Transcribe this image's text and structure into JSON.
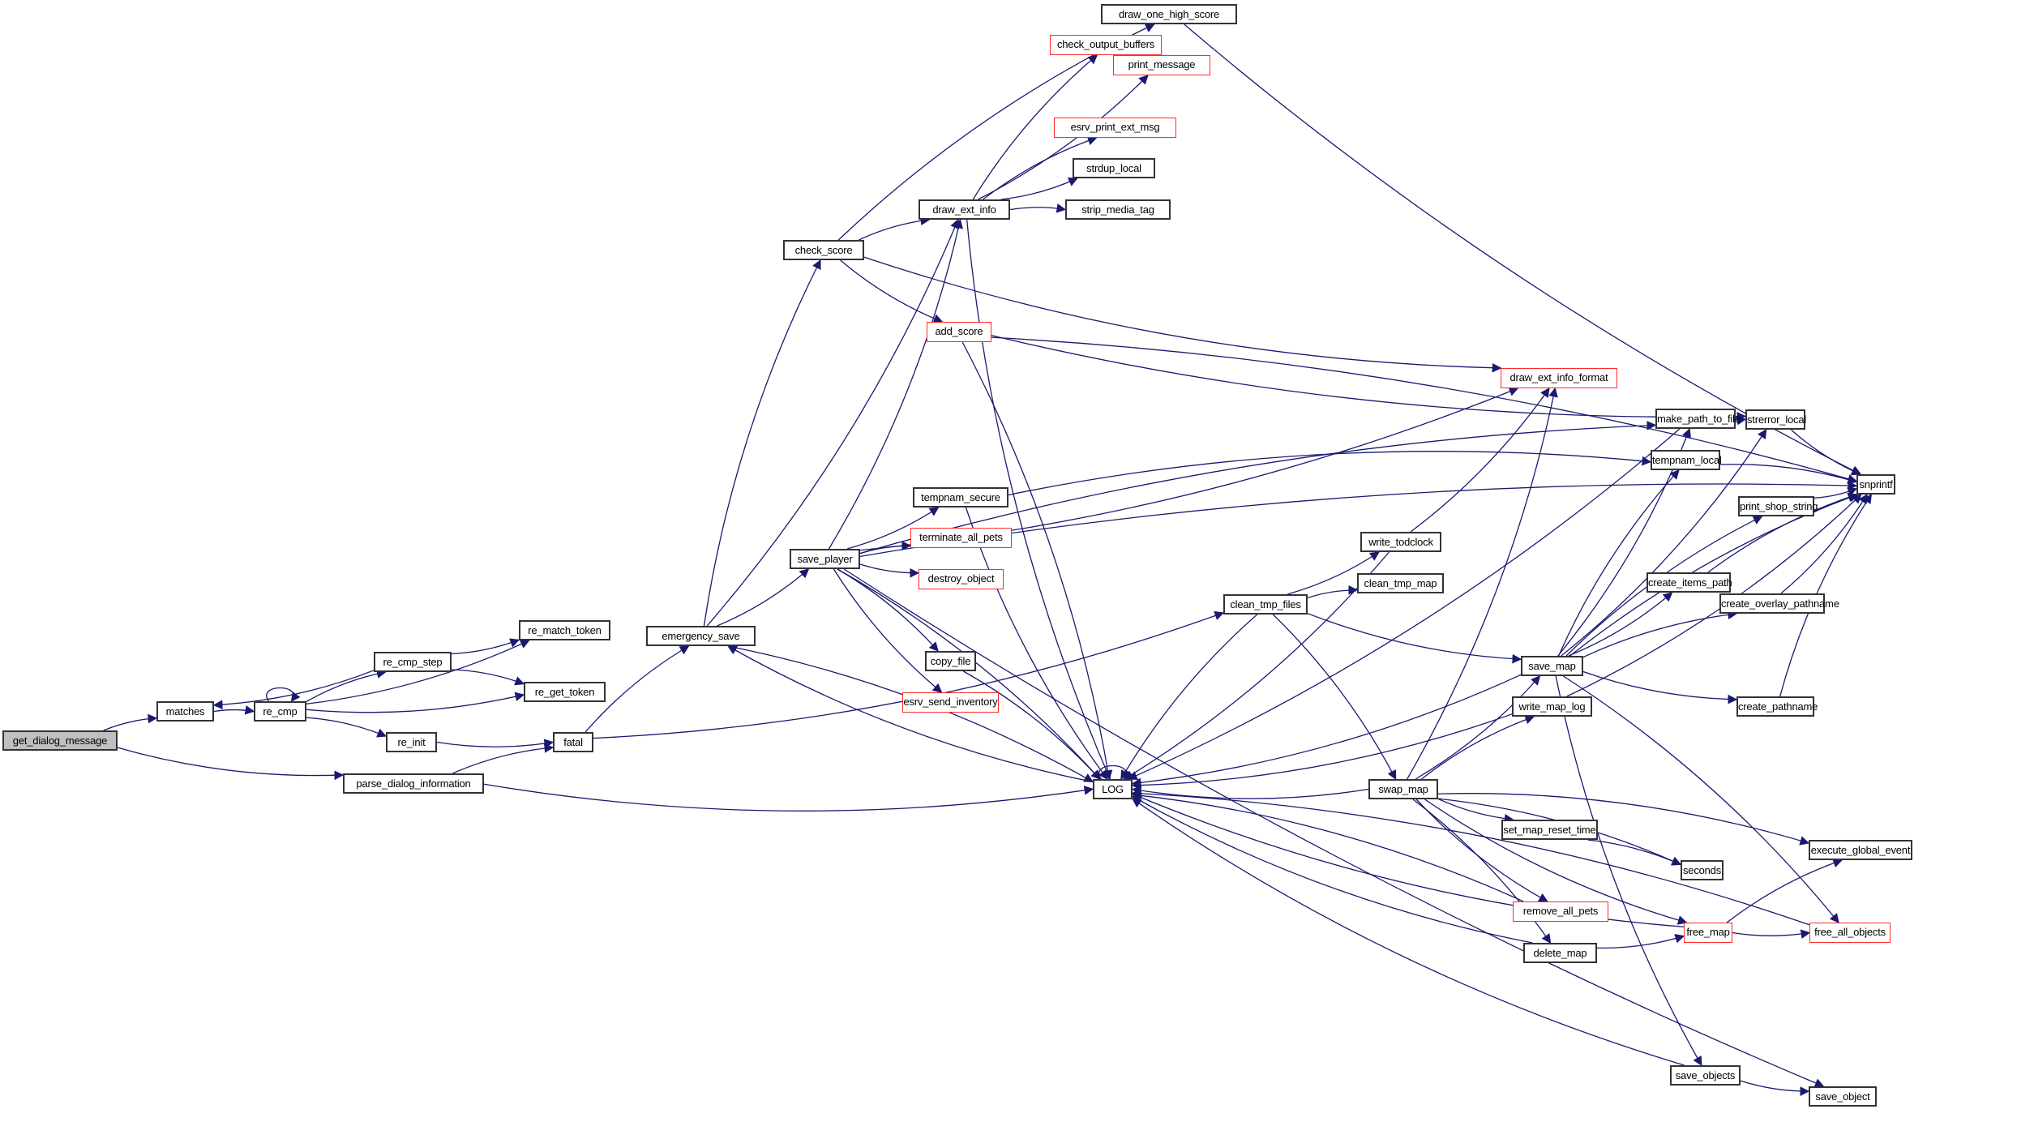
{
  "diagram": {
    "type": "call-graph",
    "root": "get_dialog_message",
    "colors": {
      "edge": "#191970",
      "node_border": "#333333",
      "node_border_truncated": "#ff2a2a",
      "root_fill": "#bfbfbf",
      "node_fill": "#ffffff"
    },
    "nodes": {
      "get_dialog_message": {
        "label": "get_dialog_message",
        "style": "root"
      },
      "matches": {
        "label": "matches",
        "style": "normal"
      },
      "re_cmp": {
        "label": "re_cmp",
        "style": "normal"
      },
      "re_cmp_step": {
        "label": "re_cmp_step",
        "style": "normal"
      },
      "re_match_token": {
        "label": "re_match_token",
        "style": "normal"
      },
      "re_get_token": {
        "label": "re_get_token",
        "style": "normal"
      },
      "re_init": {
        "label": "re_init",
        "style": "normal"
      },
      "fatal": {
        "label": "fatal",
        "style": "normal"
      },
      "parse_dialog_information": {
        "label": "parse_dialog_information",
        "style": "normal"
      },
      "emergency_save": {
        "label": "emergency_save",
        "style": "normal"
      },
      "check_score": {
        "label": "check_score",
        "style": "normal"
      },
      "draw_ext_info": {
        "label": "draw_ext_info",
        "style": "normal"
      },
      "draw_one_high_score": {
        "label": "draw_one_high_score",
        "style": "normal"
      },
      "check_output_buffers": {
        "label": "check_output_buffers",
        "style": "truncated"
      },
      "print_message": {
        "label": "print_message",
        "style": "truncated"
      },
      "esrv_print_ext_msg": {
        "label": "esrv_print_ext_msg",
        "style": "truncated"
      },
      "strdup_local": {
        "label": "strdup_local",
        "style": "normal"
      },
      "strip_media_tag": {
        "label": "strip_media_tag",
        "style": "normal"
      },
      "add_score": {
        "label": "add_score",
        "style": "truncated"
      },
      "draw_ext_info_format": {
        "label": "draw_ext_info_format",
        "style": "truncated"
      },
      "save_player": {
        "label": "save_player",
        "style": "normal"
      },
      "tempnam_secure": {
        "label": "tempnam_secure",
        "style": "normal"
      },
      "terminate_all_pets": {
        "label": "terminate_all_pets",
        "style": "truncated"
      },
      "destroy_object": {
        "label": "destroy_object",
        "style": "truncated"
      },
      "copy_file": {
        "label": "copy_file",
        "style": "normal"
      },
      "esrv_send_inventory": {
        "label": "esrv_send_inventory",
        "style": "truncated"
      },
      "LOG": {
        "label": "LOG",
        "style": "normal"
      },
      "clean_tmp_files": {
        "label": "clean_tmp_files",
        "style": "normal"
      },
      "write_todclock": {
        "label": "write_todclock",
        "style": "normal"
      },
      "clean_tmp_map": {
        "label": "clean_tmp_map",
        "style": "normal"
      },
      "save_map": {
        "label": "save_map",
        "style": "normal"
      },
      "write_map_log": {
        "label": "write_map_log",
        "style": "normal"
      },
      "swap_map": {
        "label": "swap_map",
        "style": "normal"
      },
      "set_map_reset_time": {
        "label": "set_map_reset_time",
        "style": "normal"
      },
      "seconds": {
        "label": "seconds",
        "style": "normal"
      },
      "remove_all_pets": {
        "label": "remove_all_pets",
        "style": "truncated"
      },
      "delete_map": {
        "label": "delete_map",
        "style": "normal"
      },
      "free_map": {
        "label": "free_map",
        "style": "truncated"
      },
      "free_all_objects": {
        "label": "free_all_objects",
        "style": "truncated"
      },
      "execute_global_event": {
        "label": "execute_global_event",
        "style": "normal"
      },
      "save_objects": {
        "label": "save_objects",
        "style": "normal"
      },
      "save_object": {
        "label": "save_object",
        "style": "normal"
      },
      "make_path_to_file": {
        "label": "make_path_to_file",
        "style": "normal"
      },
      "strerror_local": {
        "label": "strerror_local",
        "style": "normal"
      },
      "tempnam_local": {
        "label": "tempnam_local",
        "style": "normal"
      },
      "snprintf": {
        "label": "snprintf",
        "style": "normal"
      },
      "print_shop_string": {
        "label": "print_shop_string",
        "style": "normal"
      },
      "create_items_path": {
        "label": "create_items_path",
        "style": "normal"
      },
      "create_overlay_pathname": {
        "label": "create_overlay_pathname",
        "style": "normal"
      },
      "create_pathname": {
        "label": "create_pathname",
        "style": "normal"
      }
    },
    "edges": [
      [
        "get_dialog_message",
        "matches"
      ],
      [
        "get_dialog_message",
        "parse_dialog_information"
      ],
      [
        "matches",
        "re_cmp"
      ],
      [
        "re_cmp",
        "re_cmp"
      ],
      [
        "re_cmp",
        "re_cmp_step"
      ],
      [
        "re_cmp",
        "re_get_token"
      ],
      [
        "re_cmp",
        "re_init"
      ],
      [
        "re_cmp",
        "re_match_token"
      ],
      [
        "re_cmp_step",
        "matches"
      ],
      [
        "re_cmp_step",
        "re_match_token"
      ],
      [
        "re_cmp_step",
        "re_get_token"
      ],
      [
        "re_init",
        "fatal"
      ],
      [
        "parse_dialog_information",
        "fatal"
      ],
      [
        "parse_dialog_information",
        "LOG"
      ],
      [
        "fatal",
        "emergency_save"
      ],
      [
        "fatal",
        "clean_tmp_files"
      ],
      [
        "emergency_save",
        "check_score"
      ],
      [
        "emergency_save",
        "save_player"
      ],
      [
        "emergency_save",
        "LOG"
      ],
      [
        "emergency_save",
        "draw_ext_info"
      ],
      [
        "check_score",
        "draw_ext_info"
      ],
      [
        "check_score",
        "add_score"
      ],
      [
        "check_score",
        "draw_one_high_score"
      ],
      [
        "check_score",
        "draw_ext_info_format"
      ],
      [
        "draw_ext_info",
        "check_output_buffers"
      ],
      [
        "draw_ext_info",
        "print_message"
      ],
      [
        "draw_ext_info",
        "esrv_print_ext_msg"
      ],
      [
        "draw_ext_info",
        "strdup_local"
      ],
      [
        "draw_ext_info",
        "strip_media_tag"
      ],
      [
        "draw_ext_info",
        "LOG"
      ],
      [
        "check_output_buffers",
        "print_message"
      ],
      [
        "draw_one_high_score",
        "snprintf"
      ],
      [
        "add_score",
        "snprintf"
      ],
      [
        "add_score",
        "strerror_local"
      ],
      [
        "add_score",
        "LOG"
      ],
      [
        "save_player",
        "draw_ext_info"
      ],
      [
        "save_player",
        "snprintf"
      ],
      [
        "save_player",
        "draw_ext_info_format"
      ],
      [
        "save_player",
        "make_path_to_file"
      ],
      [
        "save_player",
        "tempnam_secure"
      ],
      [
        "save_player",
        "terminate_all_pets"
      ],
      [
        "save_player",
        "destroy_object"
      ],
      [
        "save_player",
        "copy_file"
      ],
      [
        "save_player",
        "esrv_send_inventory"
      ],
      [
        "save_player",
        "LOG"
      ],
      [
        "save_player",
        "save_object"
      ],
      [
        "tempnam_secure",
        "tempnam_local"
      ],
      [
        "tempnam_secure",
        "LOG"
      ],
      [
        "copy_file",
        "LOG"
      ],
      [
        "LOG",
        "LOG"
      ],
      [
        "LOG",
        "emergency_save"
      ],
      [
        "clean_tmp_files",
        "write_todclock"
      ],
      [
        "clean_tmp_files",
        "clean_tmp_map"
      ],
      [
        "clean_tmp_files",
        "save_map"
      ],
      [
        "clean_tmp_files",
        "swap_map"
      ],
      [
        "clean_tmp_files",
        "LOG"
      ],
      [
        "write_todclock",
        "LOG"
      ],
      [
        "write_todclock",
        "draw_ext_info_format"
      ],
      [
        "swap_map",
        "LOG"
      ],
      [
        "swap_map",
        "save_map"
      ],
      [
        "swap_map",
        "write_map_log"
      ],
      [
        "swap_map",
        "set_map_reset_time"
      ],
      [
        "swap_map",
        "seconds"
      ],
      [
        "swap_map",
        "remove_all_pets"
      ],
      [
        "swap_map",
        "delete_map"
      ],
      [
        "swap_map",
        "free_map"
      ],
      [
        "swap_map",
        "execute_global_event"
      ],
      [
        "swap_map",
        "draw_ext_info_format"
      ],
      [
        "set_map_reset_time",
        "seconds"
      ],
      [
        "remove_all_pets",
        "LOG"
      ],
      [
        "delete_map",
        "LOG"
      ],
      [
        "delete_map",
        "free_map"
      ],
      [
        "free_map",
        "LOG"
      ],
      [
        "free_map",
        "free_all_objects"
      ],
      [
        "free_map",
        "execute_global_event"
      ],
      [
        "free_all_objects",
        "LOG"
      ],
      [
        "write_map_log",
        "LOG"
      ],
      [
        "write_map_log",
        "snprintf"
      ],
      [
        "save_map",
        "LOG"
      ],
      [
        "save_map",
        "make_path_to_file"
      ],
      [
        "save_map",
        "tempnam_local"
      ],
      [
        "save_map",
        "strerror_local"
      ],
      [
        "save_map",
        "print_shop_string"
      ],
      [
        "save_map",
        "create_items_path"
      ],
      [
        "save_map",
        "create_overlay_pathname"
      ],
      [
        "save_map",
        "create_pathname"
      ],
      [
        "save_map",
        "snprintf"
      ],
      [
        "save_map",
        "save_objects"
      ],
      [
        "save_map",
        "free_all_objects"
      ],
      [
        "save_objects",
        "save_object"
      ],
      [
        "save_objects",
        "LOG"
      ],
      [
        "make_path_to_file",
        "strerror_local"
      ],
      [
        "make_path_to_file",
        "LOG"
      ],
      [
        "strerror_local",
        "snprintf"
      ],
      [
        "tempnam_local",
        "snprintf"
      ],
      [
        "print_shop_string",
        "snprintf"
      ],
      [
        "create_items_path",
        "snprintf"
      ],
      [
        "create_overlay_pathname",
        "snprintf"
      ],
      [
        "create_pathname",
        "snprintf"
      ]
    ]
  }
}
